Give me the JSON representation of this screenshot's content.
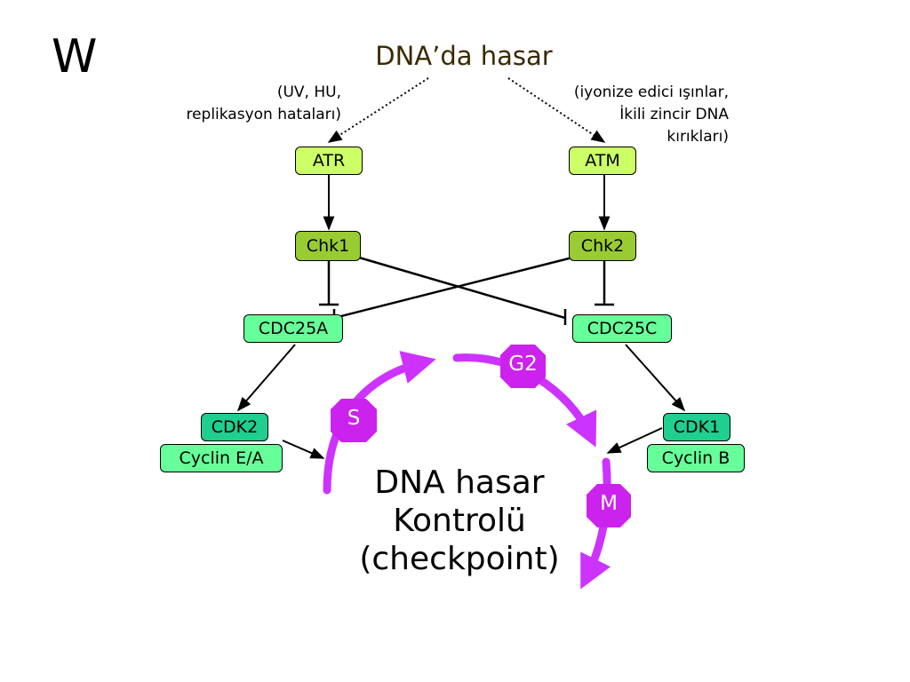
{
  "slide_letter": "W",
  "title": "DNA’da hasar",
  "left_cause": [
    "(UV, HU,",
    "replikasyon hataları)"
  ],
  "right_cause": [
    "(iyonize edici ışınlar,",
    "İkili zincir DNA",
    "kırıkları)"
  ],
  "nodes": {
    "atr": "ATR",
    "atm": "ATM",
    "chk1": "Chk1",
    "chk2": "Chk2",
    "cdc25a": "CDC25A",
    "cdc25c": "CDC25C",
    "cdk2": "CDK2",
    "cyclin_ea": "Cyclin E/A",
    "cdk1": "CDK1",
    "cyclin_b": "Cyclin B"
  },
  "center": [
    "DNA hasar",
    "Kontrolü",
    "(checkpoint)"
  ],
  "phases": {
    "s": "S",
    "g2": "G2",
    "m": "M"
  },
  "colors": {
    "kinase_light": "#ccff66",
    "kinase_dark": "#99cc33",
    "phosphatase": "#66ff99",
    "cdk": "#1fcf8f",
    "cycle_arrow": "#cc33ff",
    "octagon": "#cc22ee"
  }
}
